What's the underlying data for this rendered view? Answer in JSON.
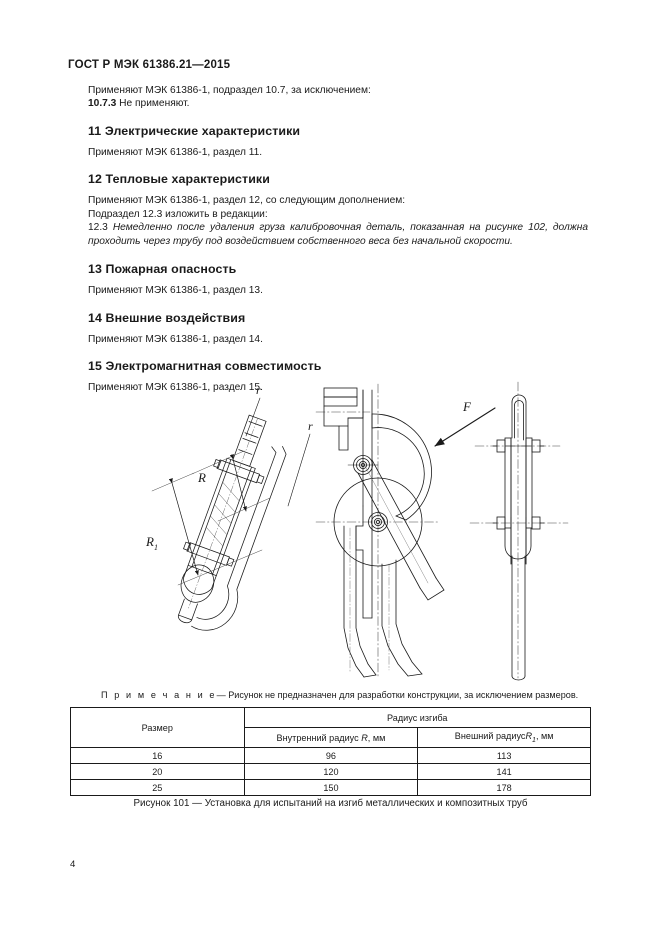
{
  "header": {
    "standard_id": "ГОСТ Р МЭК 61386.21—2015"
  },
  "body": {
    "intro_line1": "Применяют МЭК 61386-1, подраздел 10.7, за исключением:",
    "intro_clause_num": "10.7.3",
    "intro_clause_text": "Не применяют.",
    "sections": [
      {
        "heading": "11 Электрические характеристики",
        "paragraphs": [
          "Применяют МЭК 61386-1, раздел 11."
        ]
      },
      {
        "heading": "12 Тепловые характеристики",
        "paragraphs": [
          "Применяют МЭК 61386-1, раздел 12, со следующим дополнением:",
          "Подраздел 12.3 изложить в редакции:"
        ],
        "italic_clause_num": "12.3",
        "italic_clause_text": "Немедленно после удаления груза калибровочная деталь, показанная на рисунке 102, должна проходить через трубу под воздействием собственного веса без начальной скорости."
      },
      {
        "heading": "13 Пожарная опасность",
        "paragraphs": [
          "Применяют МЭК 61386-1, раздел 13."
        ]
      },
      {
        "heading": "14 Внешние воздействия",
        "paragraphs": [
          "Применяют МЭК 61386-1, раздел 14."
        ]
      },
      {
        "heading": "15 Электромагнитная совместимость",
        "paragraphs": [
          "Применяют МЭК 61386-1, раздел 15."
        ]
      }
    ]
  },
  "figure": {
    "force_label": "F",
    "radius_inner_label": "R",
    "radius_outer_label": "R",
    "radius_outer_sub": "1",
    "fillet_label_1": "r",
    "fillet_label_2": "r",
    "note_label": "П р и м е ч а н и е",
    "note_dash": "—",
    "note_text": "Рисунок не предназначен для разработки конструкции, за исключением размеров.",
    "caption": "Рисунок 101 — Установка для испытаний на изгиб металлических и композитных труб"
  },
  "table": {
    "header_size": "Размер",
    "header_group": "Радиус изгиба",
    "header_inner_pre": "Внутренний радиус ",
    "header_inner_sym": "R",
    "header_inner_post": ", мм",
    "header_outer_pre": "Внешний радиус",
    "header_outer_sym": "R",
    "header_outer_sub": "1",
    "header_outer_post": ", мм",
    "rows": [
      {
        "size": "16",
        "inner": "96",
        "outer": "113"
      },
      {
        "size": "20",
        "inner": "120",
        "outer": "141"
      },
      {
        "size": "25",
        "inner": "150",
        "outer": "178"
      }
    ]
  },
  "footer": {
    "page_number": "4"
  }
}
